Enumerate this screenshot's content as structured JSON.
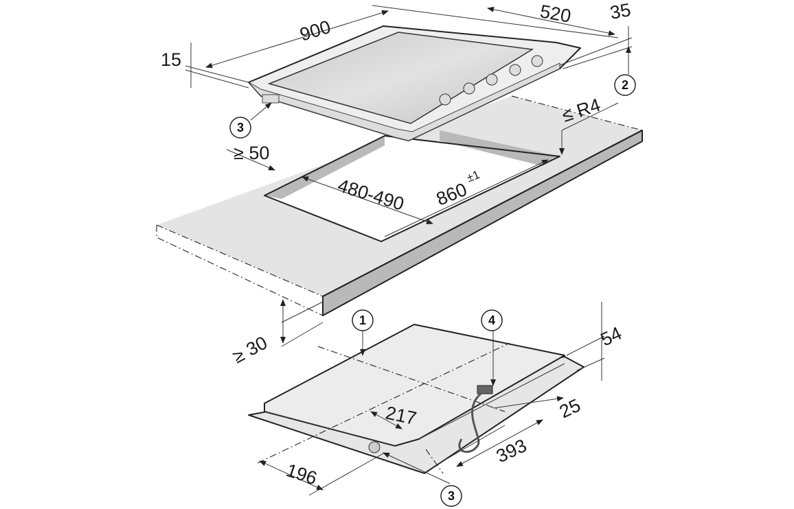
{
  "dimensions": {
    "width_900": "900",
    "depth_520": "520",
    "height_35": "35",
    "thickness_15": "15",
    "radius": "≤ R4",
    "min_50": "≥ 50",
    "cutout_depth": "480-490",
    "cutout_width": "860",
    "cutout_tolerance": "±1",
    "min_30": "≥ 30",
    "height_54": "54",
    "offset_217": "217",
    "offset_25": "25",
    "offset_393": "393",
    "offset_196": "196"
  },
  "callouts": [
    "1",
    "2",
    "3",
    "4"
  ],
  "colors": {
    "surface": "#e4e4e4",
    "wall": "#b9b9b9",
    "glass": "#d2d2d2",
    "line": "#222222"
  }
}
